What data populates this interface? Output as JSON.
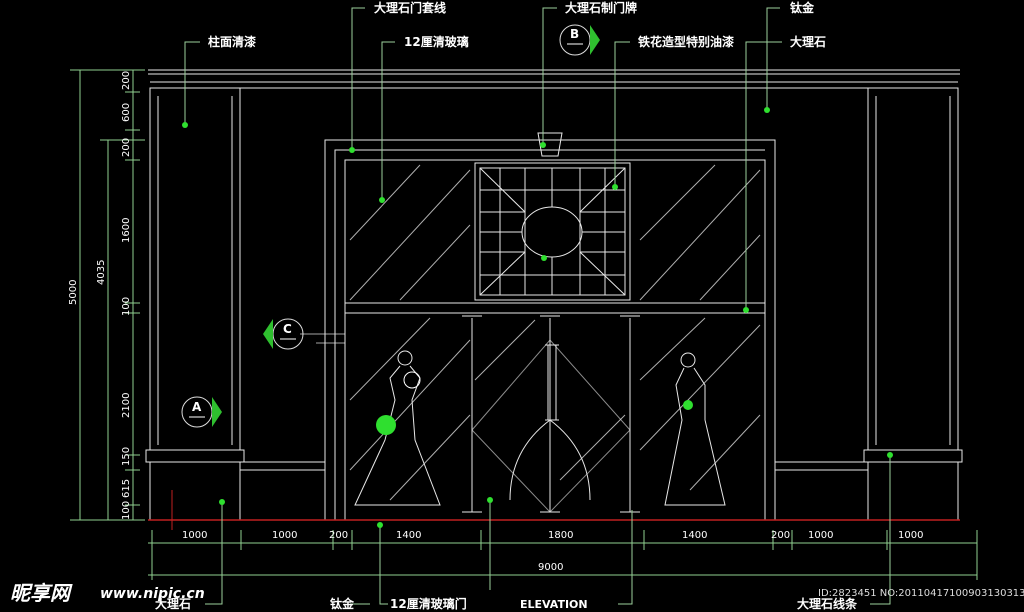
{
  "labels_top": {
    "column_paint": "柱面清漆",
    "door_trim": "大理石门套线",
    "glass_12": "12厘清玻璃",
    "door_plate": "大理石制门牌",
    "iron_flower": "铁花造型特别油漆",
    "titanium": "钛金",
    "marble": "大理石"
  },
  "labels_bottom": {
    "marble": "大理石",
    "titanium": "钛金",
    "glass_door": "12厘清玻璃门",
    "marble_strip": "大理石线条",
    "title": "ELEVATION"
  },
  "section_marks": {
    "a": "A",
    "b": "B",
    "c": "C"
  },
  "dims_horizontal": [
    "1000",
    "1000",
    "200",
    "1400",
    "1800",
    "1400",
    "200",
    "1000",
    "1000"
  ],
  "dim_total_width": "9000",
  "dims_vertical_detail": [
    "200",
    "600",
    "200",
    "1600",
    "100",
    "2100",
    "150",
    "615",
    "100"
  ],
  "dim_vertical_mid": "4035",
  "dim_total_height": "5000",
  "watermark": {
    "site_cn": "昵享网",
    "site_url": "www.nipic.cn",
    "id": "ID:2823451 NO:20110417100903130313"
  }
}
